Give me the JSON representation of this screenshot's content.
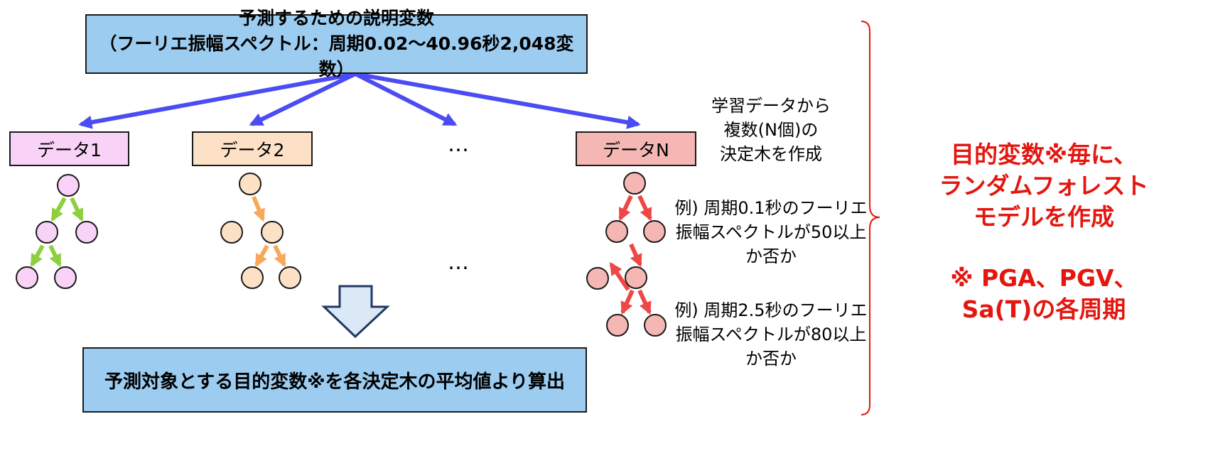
{
  "top_box": {
    "line1": "予測するための説明変数",
    "line2": "（フーリエ振幅スペクトル：周期0.02～40.96秒2,048変数）"
  },
  "data_boxes": [
    "データ1",
    "データ2",
    "データN"
  ],
  "ellipsis": "…",
  "note_learning": [
    "学習データから",
    "複数(N個)の",
    "決定木を作成"
  ],
  "example_1": [
    "例) 周期0.1秒のフーリエ",
    "振幅スペクトルが50以上",
    "か否か"
  ],
  "example_2": [
    "例) 周期2.5秒のフーリエ",
    "振幅スペクトルが80以上",
    "か否か"
  ],
  "bottom_box": {
    "text": "予測対象とする目的変数※を各決定木の平均値より算出"
  },
  "right_red": {
    "lines": [
      "目的変数※毎に、",
      "ランダムフォレスト",
      "モデルを作成"
    ],
    "note_lines": [
      "※ PGA、PGV、",
      "Sa(T)の各周期"
    ]
  },
  "colors": {
    "box_blue": "#9ccdf1",
    "data1_fill": "#f9d3f7",
    "data2_fill": "#fde1c6",
    "datan_fill": "#f5b7b3",
    "arrow_blue": "#4b4cf3",
    "tree_green": "#8dcf3f",
    "tree_orange": "#f6a958",
    "tree_red": "#ef4646",
    "node_pink": "#f9d3f7",
    "node_peach": "#fde1c6",
    "node_salmon": "#f5b7b3",
    "big_arrow_fill": "#dbe9f7",
    "big_arrow_stroke": "#1f3864",
    "accent_red": "#e4160f"
  }
}
